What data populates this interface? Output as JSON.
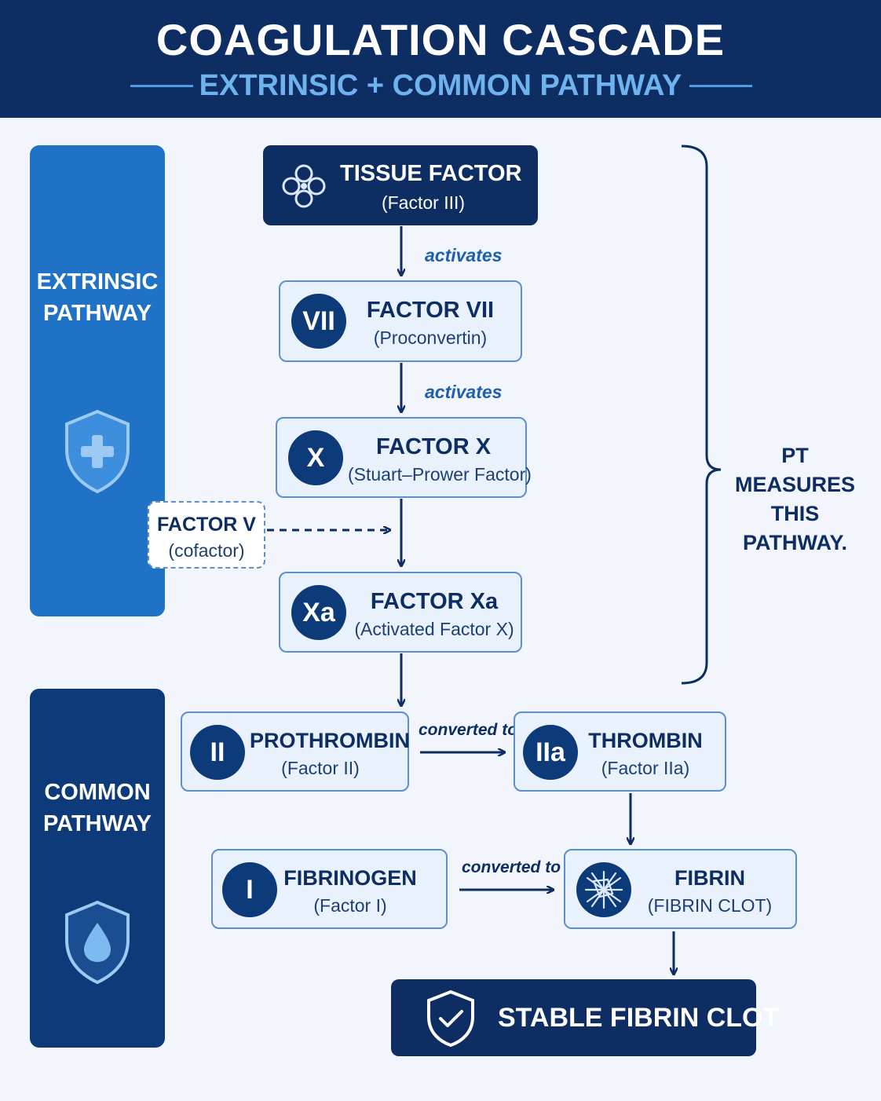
{
  "header": {
    "title": "COAGULATION CASCADE",
    "subtitle": "EXTRINSIC + COMMON PATHWAY"
  },
  "sidebar": {
    "extrinsic_label_line1": "EXTRINSIC",
    "extrinsic_label_line2": "PATHWAY",
    "common_label_line1": "COMMON",
    "common_label_line2": "PATHWAY",
    "extrinsic_icon": "shield-plus-icon",
    "common_icon": "shield-drop-icon"
  },
  "nodes": {
    "tissue_factor": {
      "name": "TISSUE FACTOR",
      "sub": "(Factor III)",
      "icon": "cells-icon"
    },
    "factor_vii": {
      "badge": "VII",
      "name": "FACTOR VII",
      "sub": "(Proconvertin)"
    },
    "factor_x": {
      "badge": "X",
      "name": "FACTOR X",
      "sub": "(Stuart–Prower Factor)"
    },
    "factor_v": {
      "name": "FACTOR V",
      "sub": "(cofactor)"
    },
    "factor_xa": {
      "badge": "Xa",
      "name": "FACTOR Xa",
      "sub": "(Activated Factor X)"
    },
    "prothrombin": {
      "badge": "II",
      "name": "PROTHROMBIN",
      "sub": "(Factor II)"
    },
    "thrombin": {
      "badge": "IIa",
      "name": "THROMBIN",
      "sub": "(Factor IIa)"
    },
    "fibrinogen": {
      "badge": "I",
      "name": "FIBRINOGEN",
      "sub": "(Factor I)"
    },
    "fibrin": {
      "name": "FIBRIN",
      "sub": "(FIBRIN CLOT)",
      "icon": "fibrin-mesh-icon"
    },
    "stable_clot": {
      "name": "STABLE FIBRIN CLOT",
      "icon": "shield-check-icon"
    }
  },
  "edges": {
    "activates_1": "activates",
    "activates_2": "activates",
    "converted_1": "converted to",
    "converted_2": "converted to"
  },
  "bracket_note": {
    "line1": "PT MEASURES",
    "line2": "THIS",
    "line3": "PATHWAY."
  },
  "colors": {
    "navy": "#0d2d63",
    "blue": "#1f72c6",
    "accent": "#6fb3ee",
    "box_fill": "#e8f1fc",
    "box_border": "#5b8fd0"
  }
}
